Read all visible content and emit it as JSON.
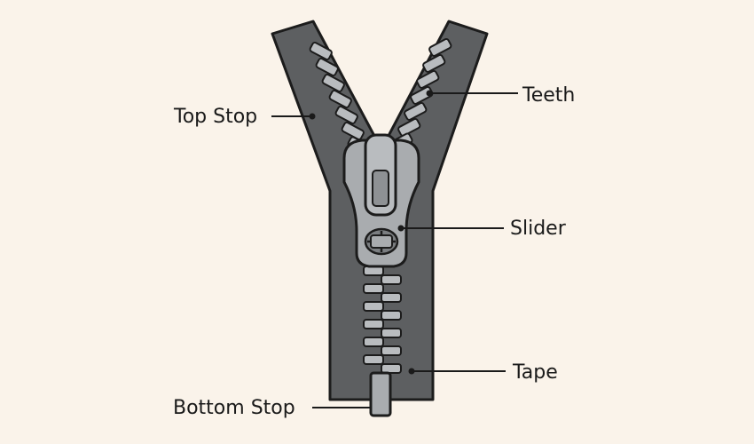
{
  "labels": {
    "top_stop": "Top Stop",
    "teeth": "Teeth",
    "slider": "Slider",
    "tape": "Tape",
    "bottom_stop": "Bottom Stop"
  },
  "colors": {
    "background": "#faf3ea",
    "tape": "#5d5f61",
    "outline": "#1c1c1c",
    "teeth": "#b9bcbf",
    "slider": "#a9acaf",
    "leader_line": "#1a1a1a"
  },
  "icons": {
    "zipper": "zipper-diagram"
  }
}
